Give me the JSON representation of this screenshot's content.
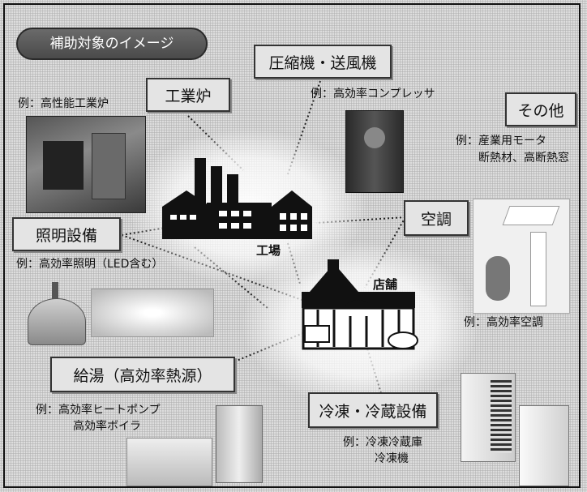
{
  "title": "補助対象のイメージ",
  "hubs": {
    "factory": "工場",
    "store": "店舗"
  },
  "categories": {
    "furnace": {
      "label": "工業炉",
      "example": "例：高性能工業炉"
    },
    "compressor": {
      "label": "圧縮機・送風機",
      "example": "例：高効率コンプレッサ"
    },
    "other": {
      "label": "その他",
      "example_line1": "例：産業用モータ",
      "example_line2": "断熱材、高断熱窓"
    },
    "lighting": {
      "label": "照明設備",
      "example": "例：高効率照明（LED含む）"
    },
    "aircon": {
      "label": "空調",
      "example": "例：高効率空調"
    },
    "hotwater": {
      "label": "給湯（高効率熱源）",
      "example_line1": "例：高効率ヒートポンプ",
      "example_line2": "高効率ボイラ"
    },
    "refrigeration": {
      "label": "冷凍・冷蔵設備",
      "example_line1": "例：冷凍冷蔵庫",
      "example_line2": "冷凍機"
    }
  },
  "icons": [
    "factory-icon",
    "store-icon",
    "furnace-photo",
    "compressor-photo",
    "lighting-photo",
    "aircon-photo",
    "boiler-photo",
    "refrigerator-photo"
  ]
}
